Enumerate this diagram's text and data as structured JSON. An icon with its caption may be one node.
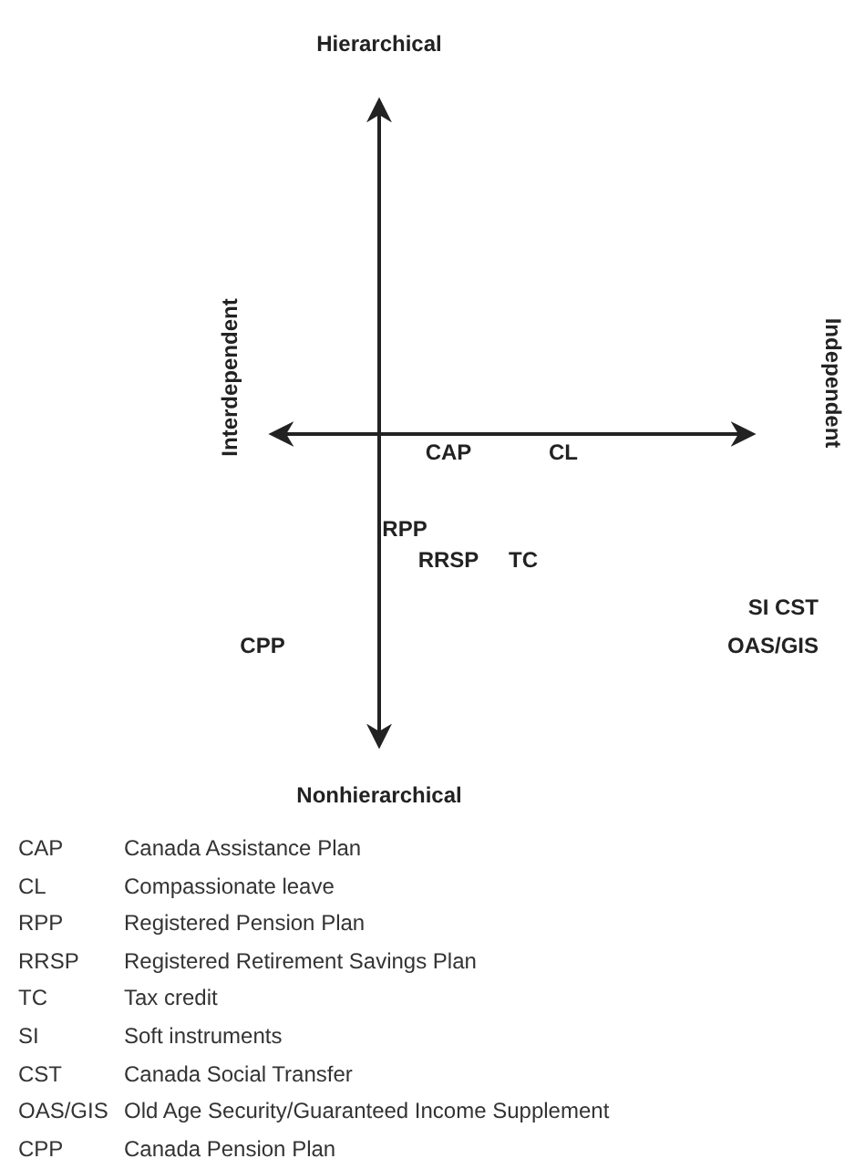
{
  "diagram": {
    "labels": [
      "Hierarchical",
      "Interdependent",
      "Independent",
      "CAP",
      "CL",
      "RPP",
      "RRSP",
      "TC",
      "SI",
      "CST",
      "CPP",
      "OAS/GIS",
      "Nonhierarchical",
      "CAP",
      "Canada Assistance Plan",
      "CL",
      "Compassionate leave",
      "RPP",
      "Registered Pension Plan",
      "RRSP",
      "Registered Retirement Savings Plan",
      "TC",
      "Tax credit",
      "SI",
      "Soft instruments",
      "CST",
      "Canada Social Transfer",
      "OAS/GIS",
      "Old Age Security/Guaranteed Income Supplement",
      "CPP",
      "Canada Pension Plan"
    ]
  }
}
